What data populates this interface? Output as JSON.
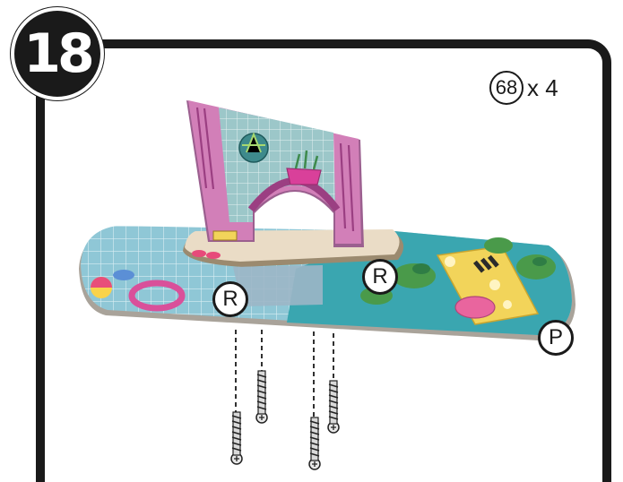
{
  "step": {
    "number": "18"
  },
  "part_callout": {
    "part_number": "68",
    "quantity": "x 4"
  },
  "labels": {
    "r_left": "R",
    "r_right": "R",
    "p": "P"
  },
  "colors": {
    "frame": "#1a1a1a",
    "pool_blue": "#7fc8dc",
    "water_teal": "#3aa6b0",
    "wall_pink": "#d27fb8",
    "tile_blue": "#8fbfc9",
    "sand": "#eadcc6",
    "yellow_deck": "#f2d45a"
  },
  "icons": [
    "screw-icon",
    "dashed-guide-line"
  ]
}
